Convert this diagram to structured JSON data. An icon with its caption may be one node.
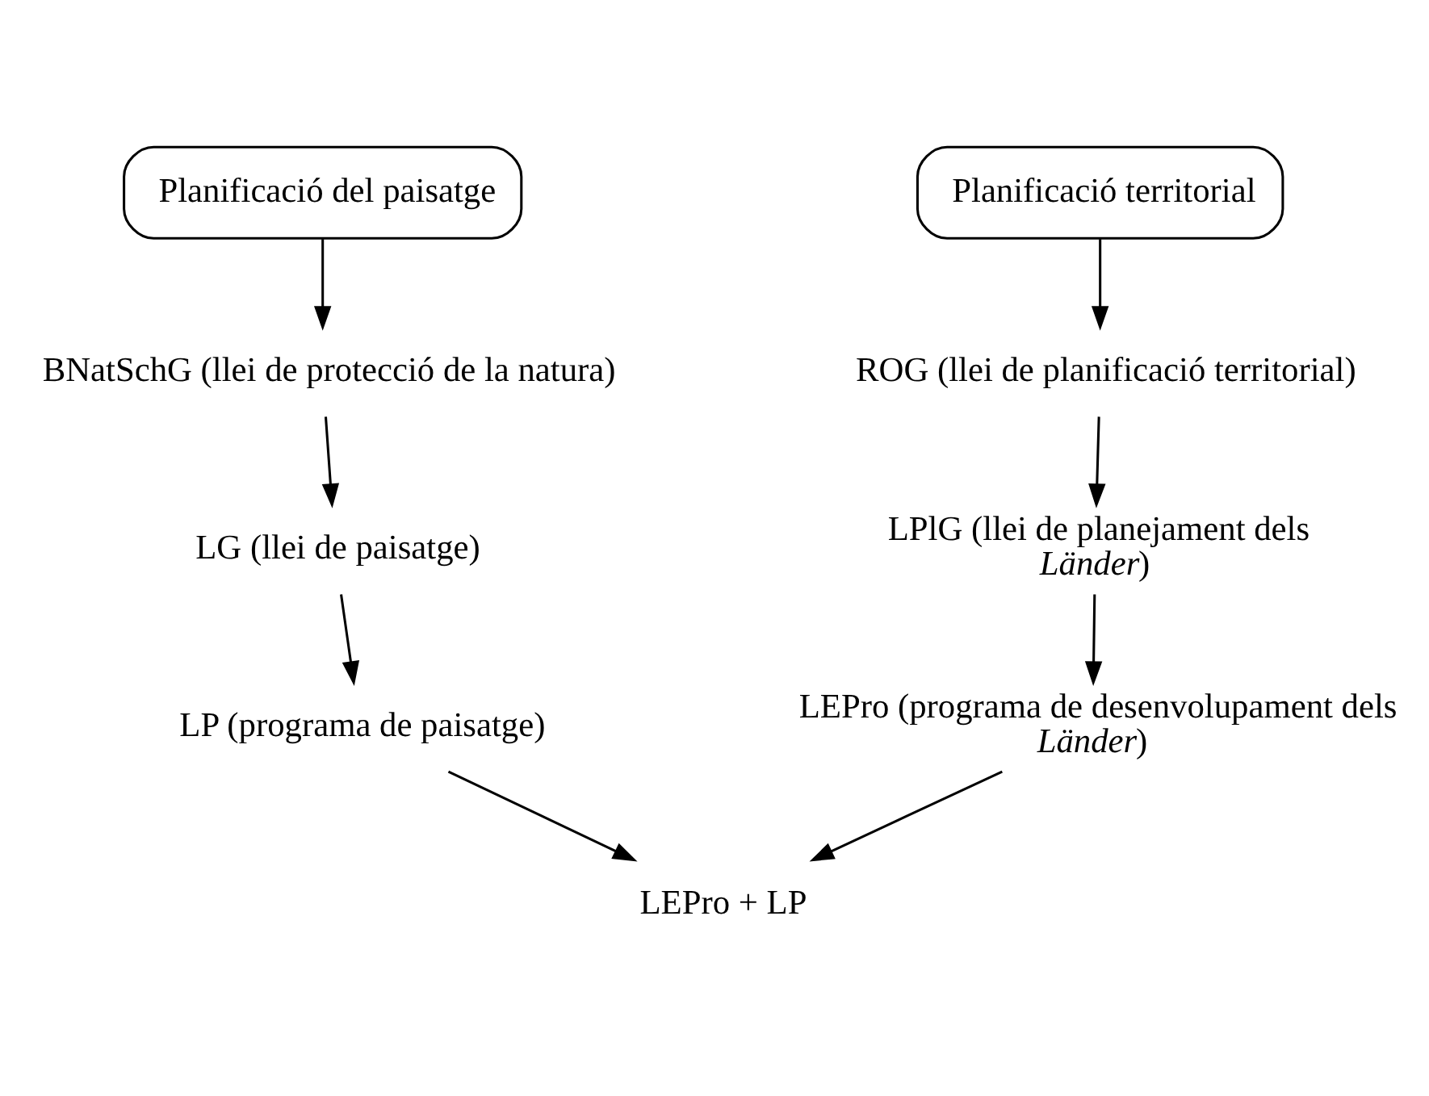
{
  "diagram": {
    "nodes": [
      {
        "text": [
          "Planificació del paisatge"
        ]
      },
      {
        "text": [
          "Planificació territorial"
        ]
      },
      {
        "text": [
          "BNatSchG (llei de protecció de la natura)"
        ]
      },
      {
        "text": [
          "ROG (llei de planificació territorial)"
        ]
      },
      {
        "text": [
          "LG (llei de paisatge)"
        ]
      },
      {
        "text": [
          "LPlG (llei de planejament dels *Länder*)"
        ]
      },
      {
        "text": [
          "LP (programa de paisatge)"
        ]
      },
      {
        "text": [
          "LEPro (programa de desenvolupament dels *Länder*)"
        ]
      },
      {
        "text": [
          "LEPro + LP"
        ]
      }
    ],
    "edges": [
      {
        "from": 0,
        "to": 2,
        "arrow": "to"
      },
      {
        "from": 2,
        "to": 4,
        "arrow": "to"
      },
      {
        "from": 4,
        "to": 6,
        "arrow": "to"
      },
      {
        "from": 1,
        "to": 3,
        "arrow": "to"
      },
      {
        "from": 3,
        "to": 5,
        "arrow": "to"
      },
      {
        "from": 5,
        "to": 7,
        "arrow": "to"
      },
      {
        "from": 6,
        "to": 8,
        "arrow": "to"
      },
      {
        "from": 7,
        "to": 8,
        "arrow": "to"
      }
    ]
  }
}
